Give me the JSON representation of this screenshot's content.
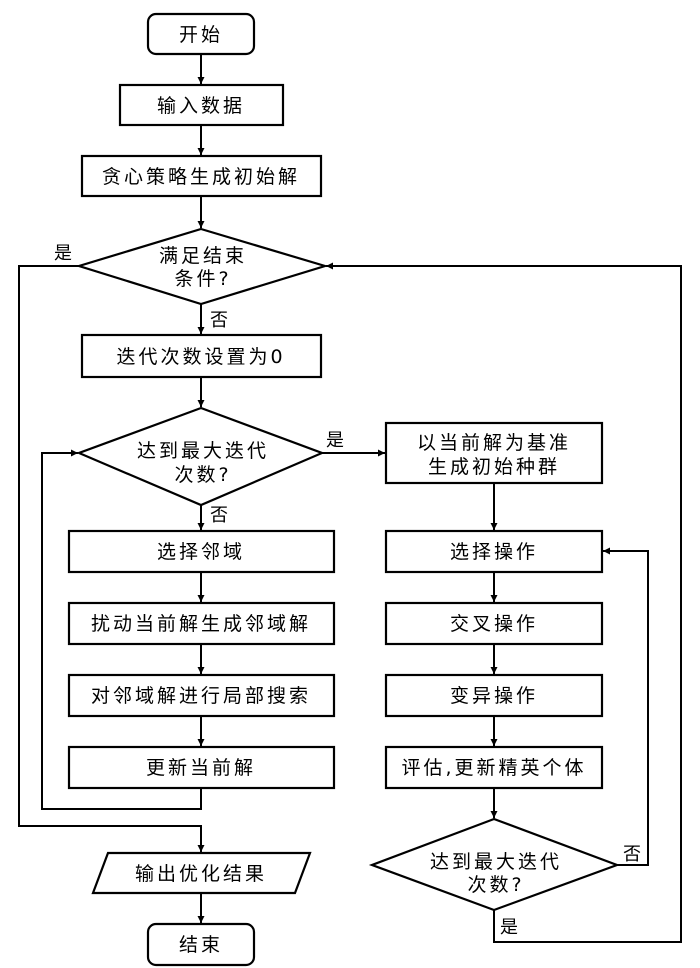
{
  "flowchart": {
    "start": "开始",
    "input": "输入数据",
    "greedy_init": "贪心策略生成初始解",
    "decision_end": [
      "满足结束",
      "条件?"
    ],
    "reset_iter": "迭代次数设置为0",
    "decision_max_iter_vns": [
      "达到最大迭代",
      "次数?"
    ],
    "vns_steps": [
      "选择邻域",
      "扰动当前解生成邻域解",
      "对邻域解进行局部搜索",
      "更新当前解"
    ],
    "ga_init": [
      "以当前解为基准",
      "生成初始种群"
    ],
    "ga_steps": [
      "选择操作",
      "交叉操作",
      "变异操作",
      "评估,更新精英个体"
    ],
    "decision_max_iter_ga": [
      "达到最大迭代",
      "次数?"
    ],
    "output": "输出优化结果",
    "end": "结束",
    "labels": {
      "yes": "是",
      "no": "否"
    }
  }
}
